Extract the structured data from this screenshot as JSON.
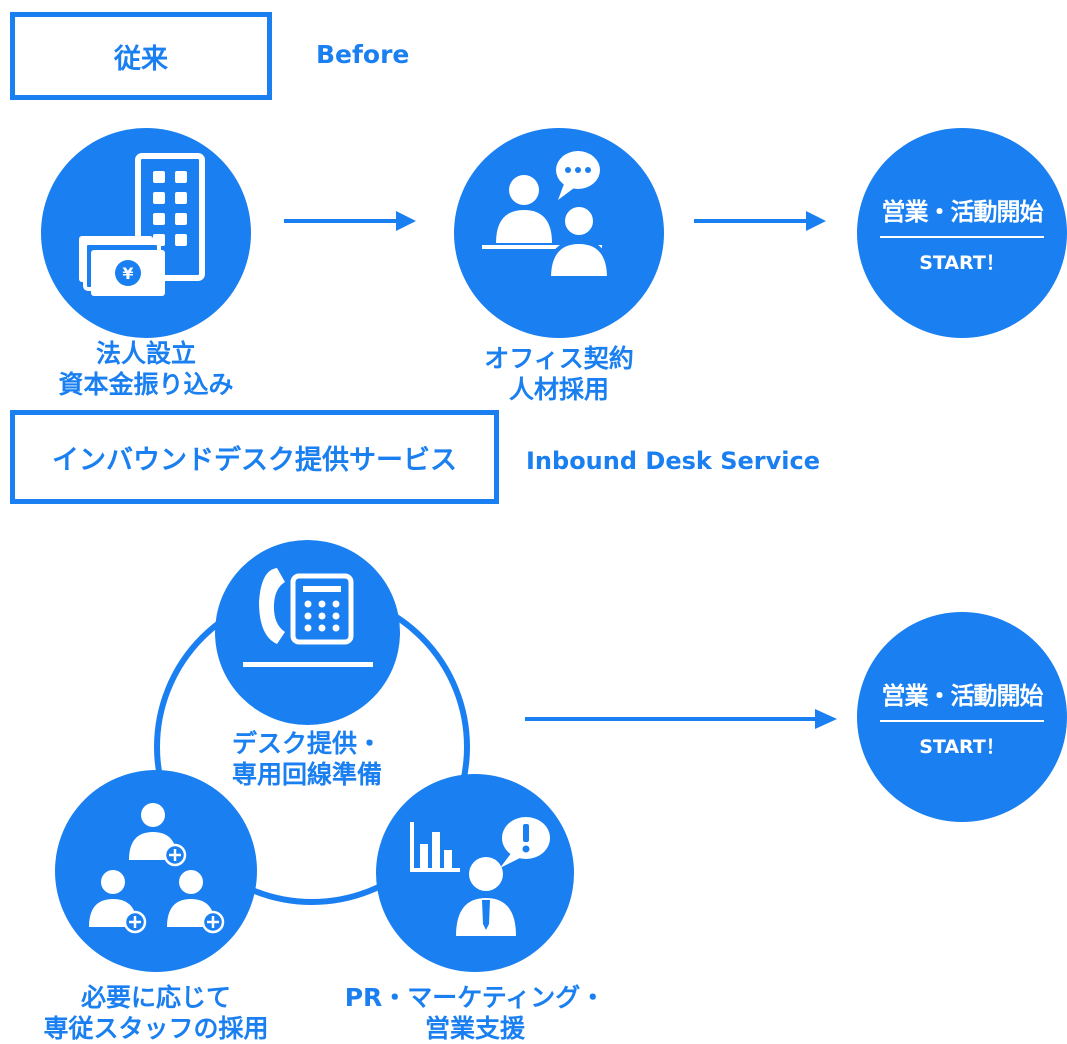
{
  "before": {
    "label": "従来",
    "en_label": "Before",
    "steps": [
      {
        "icon": "building-money-icon",
        "line1": "法人設立",
        "line2": "資本金振り込み"
      },
      {
        "icon": "office-meeting-icon",
        "line1": "オフィス契約",
        "line2": "人材採用"
      }
    ],
    "start": {
      "title": "営業・活動開始",
      "sub": "START！"
    }
  },
  "service": {
    "label": "インバウンドデスク提供サービス",
    "en_label": "Inbound Desk Service",
    "items": [
      {
        "icon": "phone-desk-icon",
        "line1": "デスク提供・",
        "line2": "専用回線準備"
      },
      {
        "icon": "staff-hiring-icon",
        "line1": "必要に応じて",
        "line2": "専従スタッフの採用"
      },
      {
        "icon": "marketing-support-icon",
        "line1": "PR・マーケティング・",
        "line2": "営業支援"
      }
    ],
    "start": {
      "title": "営業・活動開始",
      "sub": "START！"
    }
  },
  "colors": {
    "accent": "#1a7ff0",
    "background": "#ffffff"
  }
}
